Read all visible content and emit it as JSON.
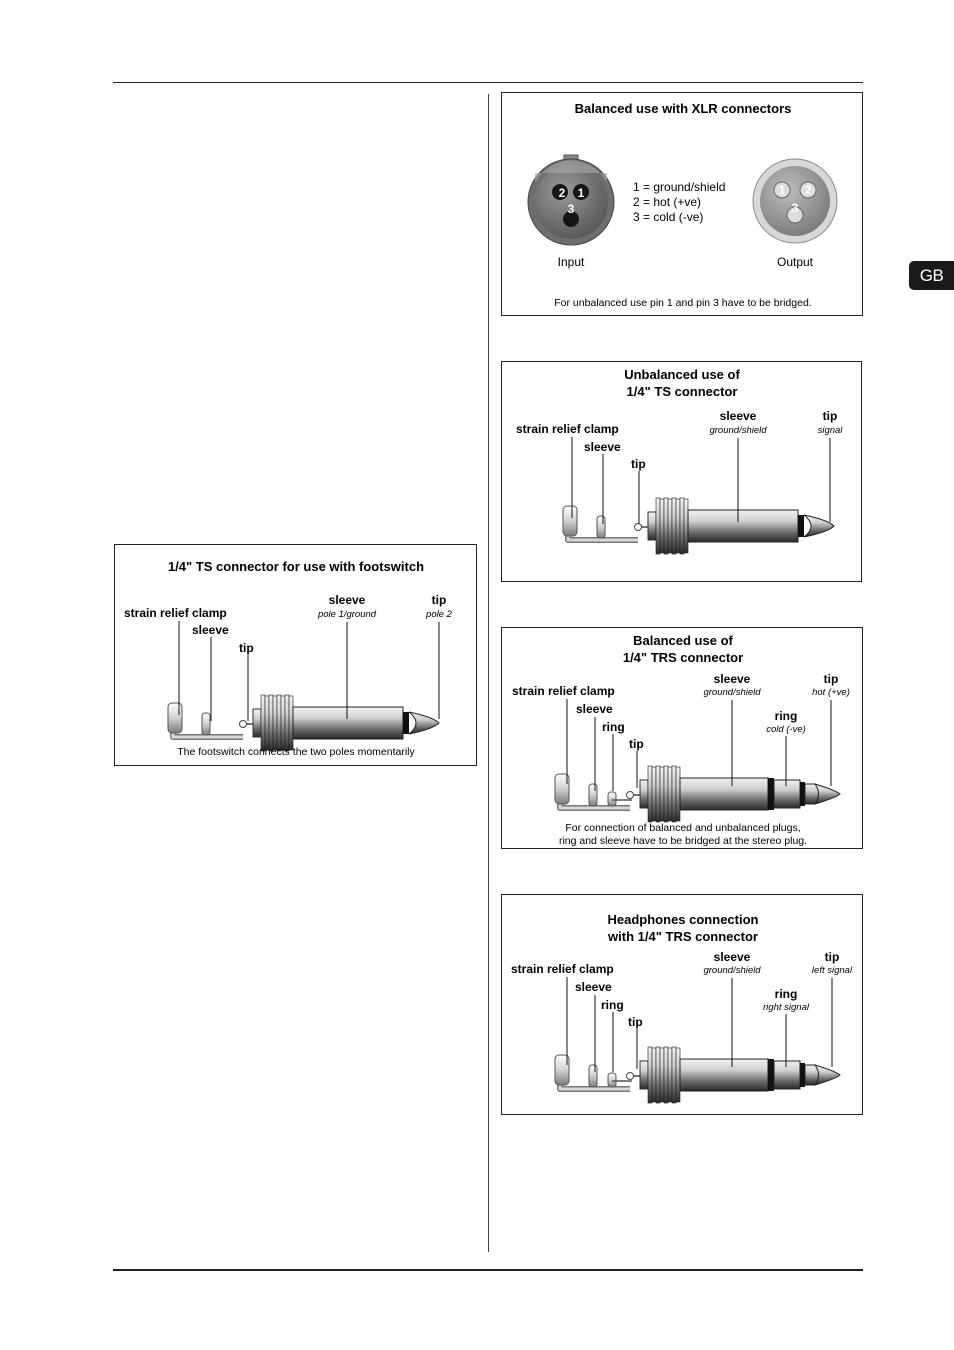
{
  "language_tab": "GB",
  "xlr": {
    "title": "Balanced use with XLR connectors",
    "pins": [
      "1 = ground/shield",
      "2 = hot (+ve)",
      "3 = cold (-ve)"
    ],
    "input_label": "Input",
    "output_label": "Output",
    "input_pins": [
      "2",
      "1",
      "3"
    ],
    "output_pins": [
      "1",
      "2",
      "3"
    ],
    "note": "For unbalanced use pin 1 and pin 3 have to be bridged."
  },
  "ts_unbalanced": {
    "title_line1": "Unbalanced use of",
    "title_line2": "1/4\" TS connector",
    "sleeve": "sleeve",
    "sleeve_sub": "ground/shield",
    "tip": "tip",
    "tip_sub": "signal",
    "strain": "strain relief clamp",
    "sleeve_left": "sleeve",
    "tip_left": "tip"
  },
  "ts_footswitch": {
    "title": "1/4\" TS connector for use with footswitch",
    "sleeve": "sleeve",
    "sleeve_sub": "pole 1/ground",
    "tip": "tip",
    "tip_sub": "pole 2",
    "strain": "strain relief clamp",
    "sleeve_left": "sleeve",
    "tip_left": "tip",
    "note": "The footswitch connects the two poles momentarily"
  },
  "trs_balanced": {
    "title_line1": "Balanced use of",
    "title_line2": "1/4\" TRS connector",
    "sleeve": "sleeve",
    "sleeve_sub": "ground/shield",
    "tip": "tip",
    "tip_sub": "hot (+ve)",
    "ring": "ring",
    "ring_sub": "cold (-ve)",
    "strain": "strain relief clamp",
    "sleeve_left": "sleeve",
    "ring_left": "ring",
    "tip_left": "tip",
    "note_line1": "For connection of balanced and unbalanced plugs,",
    "note_line2": "ring and sleeve have to be bridged at the stereo plug."
  },
  "headphones": {
    "title_line1": "Headphones connection",
    "title_line2": "with 1/4\" TRS connector",
    "sleeve": "sleeve",
    "sleeve_sub": "ground/shield",
    "tip": "tip",
    "tip_sub": "left signal",
    "ring": "ring",
    "ring_sub": "right signal",
    "strain": "strain relief clamp",
    "sleeve_left": "sleeve",
    "ring_left": "ring",
    "tip_left": "tip"
  }
}
